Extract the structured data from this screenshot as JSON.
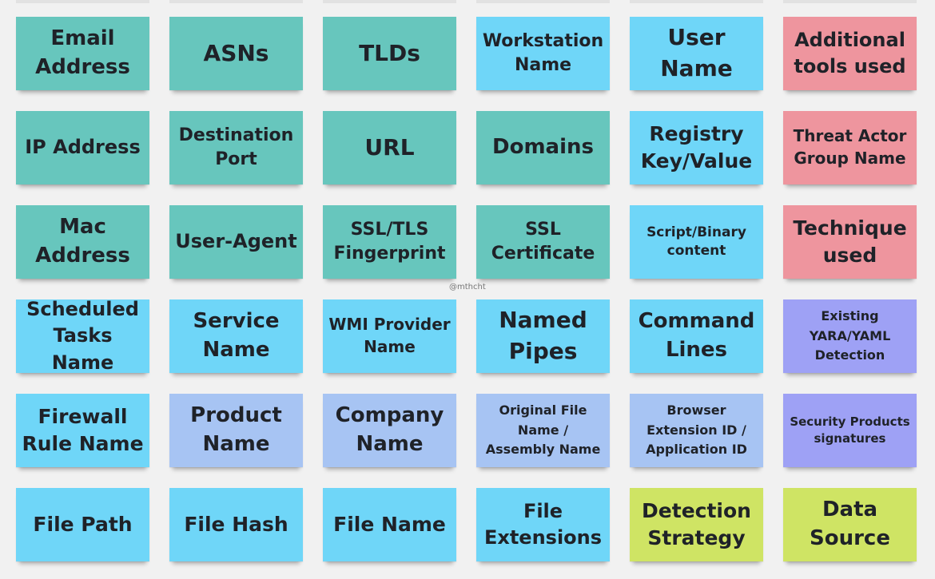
{
  "board": {
    "watermark": "@mthcht",
    "colors": {
      "teal": "#67c6bd",
      "cyan": "#6fd6f8",
      "blue": "#a7c4f3",
      "red": "#ee959e",
      "purple": "#9ea1f5",
      "green": "#cfe464"
    },
    "rows": [
      [
        {
          "label": "Email\nAddress",
          "color": "teal"
        },
        {
          "label": "ASNs",
          "color": "teal"
        },
        {
          "label": "TLDs",
          "color": "teal"
        },
        {
          "label": "Workstation\nName",
          "color": "cyan"
        },
        {
          "label": "User\nName",
          "color": "cyan"
        },
        {
          "label": "Additional\ntools used",
          "color": "red"
        }
      ],
      [
        {
          "label": "IP Address",
          "color": "teal"
        },
        {
          "label": "Destination\nPort",
          "color": "teal"
        },
        {
          "label": "URL",
          "color": "teal"
        },
        {
          "label": "Domains",
          "color": "teal"
        },
        {
          "label": "Registry\nKey/Value",
          "color": "cyan"
        },
        {
          "label": "Threat Actor\nGroup Name",
          "color": "red"
        }
      ],
      [
        {
          "label": "Mac\nAddress",
          "color": "teal"
        },
        {
          "label": "User-Agent",
          "color": "teal"
        },
        {
          "label": "SSL/TLS\nFingerprint",
          "color": "teal"
        },
        {
          "label": "SSL\nCertificate",
          "color": "teal"
        },
        {
          "label": "Script/Binary\ncontent",
          "color": "cyan"
        },
        {
          "label": "Technique\nused",
          "color": "red"
        }
      ],
      [
        {
          "label": "Scheduled\nTasks Name",
          "color": "cyan"
        },
        {
          "label": "Service\nName",
          "color": "cyan"
        },
        {
          "label": "WMI Provider\nName",
          "color": "cyan"
        },
        {
          "label": "Named\nPipes",
          "color": "cyan"
        },
        {
          "label": "Command\nLines",
          "color": "cyan"
        },
        {
          "label": "Existing\nYARA/YAML\nDetection",
          "color": "purple"
        }
      ],
      [
        {
          "label": "Firewall\nRule Name",
          "color": "cyan"
        },
        {
          "label": "Product\nName",
          "color": "blue"
        },
        {
          "label": "Company\nName",
          "color": "blue"
        },
        {
          "label": "Original File\nName /\nAssembly Name",
          "color": "blue"
        },
        {
          "label": "Browser\nExtension ID /\nApplication ID",
          "color": "blue"
        },
        {
          "label": "Security Products\nsignatures",
          "color": "purple"
        }
      ],
      [
        {
          "label": "File Path",
          "color": "cyan"
        },
        {
          "label": "File Hash",
          "color": "cyan"
        },
        {
          "label": "File Name",
          "color": "cyan"
        },
        {
          "label": "File\nExtensions",
          "color": "cyan"
        },
        {
          "label": "Detection\nStrategy",
          "color": "green"
        },
        {
          "label": "Data\nSource",
          "color": "green"
        }
      ]
    ]
  }
}
